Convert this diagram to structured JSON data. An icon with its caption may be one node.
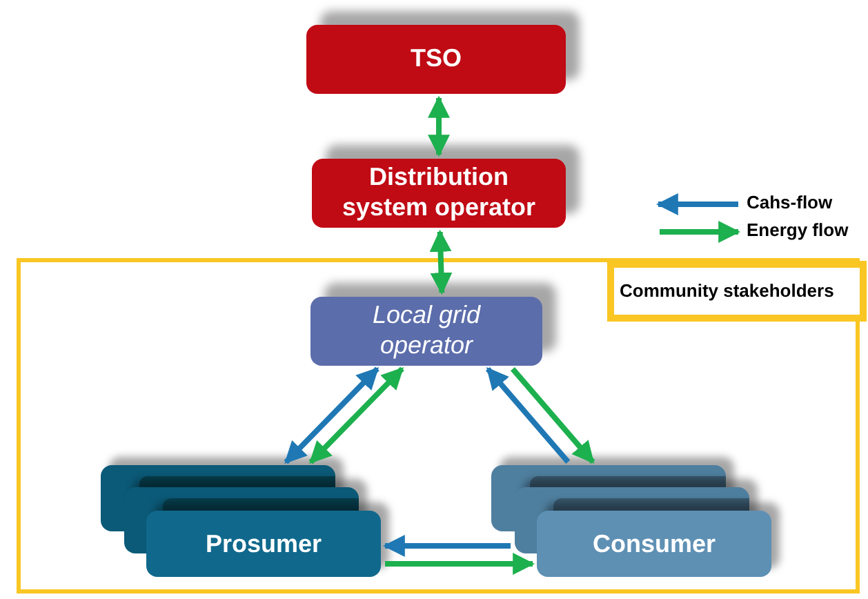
{
  "diagram": {
    "nodes": [
      {
        "text": [
          "TSO"
        ]
      },
      {
        "text": [
          "Distribution system operator"
        ]
      },
      {
        "text": [
          "Community stakeholders"
        ]
      },
      {
        "text": [
          "Local grid operator"
        ],
        "in": 2
      },
      {
        "text": [
          "Prosumer"
        ],
        "in": 2
      },
      {
        "text": [
          "Consumer"
        ],
        "in": 2
      }
    ],
    "edges": [
      {
        "from": 0,
        "to": 1,
        "arrow": "both"
      },
      {
        "from": 1,
        "to": 3,
        "arrow": "both"
      },
      {
        "from": 3,
        "to": 4,
        "arrow": "both",
        "color": "#1f78b4"
      },
      {
        "from": 3,
        "to": 4,
        "arrow": "both"
      },
      {
        "from": 5,
        "to": 3,
        "arrow": "to",
        "color": "#1f78b4"
      },
      {
        "from": 3,
        "to": 5,
        "arrow": "to"
      },
      {
        "from": 5,
        "to": 4,
        "arrow": "to",
        "color": "#1f78b4"
      },
      {
        "from": 4,
        "to": 5,
        "arrow": "to"
      }
    ],
    "legend": [
      {
        "text": "Cahs-flow"
      },
      {
        "text": "Energy flow"
      }
    ]
  }
}
